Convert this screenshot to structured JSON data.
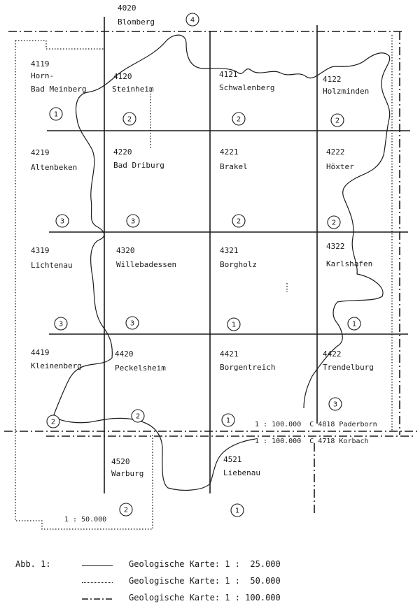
{
  "sheets": [
    {
      "num": "4020",
      "name": "Blomberg"
    },
    {
      "num": "4119",
      "name": "Horn-\nBad Meinberg"
    },
    {
      "num": "4120",
      "name": "Steinheim"
    },
    {
      "num": "4121",
      "name": "Schwalenberg"
    },
    {
      "num": "4122",
      "name": "Holzminden"
    },
    {
      "num": "4219",
      "name": "Altenbeken"
    },
    {
      "num": "4220",
      "name": "Bad Driburg"
    },
    {
      "num": "4221",
      "name": "Brakel"
    },
    {
      "num": "4222",
      "name": "Höxter"
    },
    {
      "num": "4319",
      "name": "Lichtenau"
    },
    {
      "num": "4320",
      "name": "Willebadessen"
    },
    {
      "num": "4321",
      "name": "Borgholz"
    },
    {
      "num": "4322",
      "name": "Karlshafen"
    },
    {
      "num": "4419",
      "name": "Kleinenberg"
    },
    {
      "num": "4420",
      "name": "Peckelsheim"
    },
    {
      "num": "4421",
      "name": "Borgentreich"
    },
    {
      "num": "4422",
      "name": "Trendelburg"
    },
    {
      "num": "4520",
      "name": "Warburg"
    },
    {
      "num": "4521",
      "name": "Liebenau"
    }
  ],
  "markers": [
    "4",
    "1",
    "2",
    "2",
    "2",
    "3",
    "3",
    "2",
    "2",
    "3",
    "3",
    "1",
    "1",
    "2",
    "2",
    "1",
    "3",
    "2",
    "1"
  ],
  "scale_labels": {
    "paderborn": "1 : 100.000  C 4818 Paderborn",
    "korbach": "1 : 100.000  C 4718 Korbach",
    "fifty": "1 : 50.000"
  },
  "legend": {
    "title": "Abb. 1:",
    "items": [
      {
        "style": "solid",
        "text": "Geologische Karte: 1 :  25.000"
      },
      {
        "style": "dotted",
        "text": "Geologische Karte: 1 :  50.000"
      },
      {
        "style": "dashdot",
        "text": "Geologische Karte: 1 : 100.000"
      }
    ]
  }
}
